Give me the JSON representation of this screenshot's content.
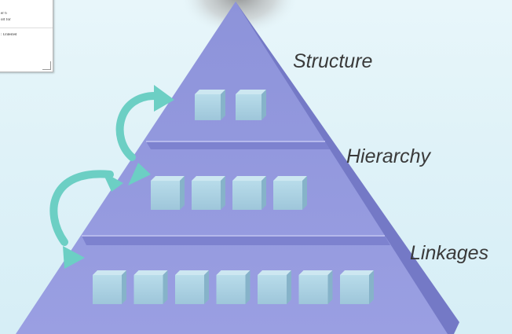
{
  "levels": [
    {
      "label": "Structure",
      "boxes": 2
    },
    {
      "label": "Hierarchy",
      "boxes": 4
    },
    {
      "label": "Linkages",
      "boxes": 7
    }
  ],
  "thumbnail": {
    "lines": [
      "er 6",
      "ort for",
      ": Untested"
    ]
  },
  "colors": {
    "pyramid": "#9196dc",
    "pyramid_side": "#7a80cc",
    "box": "#a8cfe0",
    "arrow": "#6ccfc4",
    "text": "#3a3a3a"
  }
}
